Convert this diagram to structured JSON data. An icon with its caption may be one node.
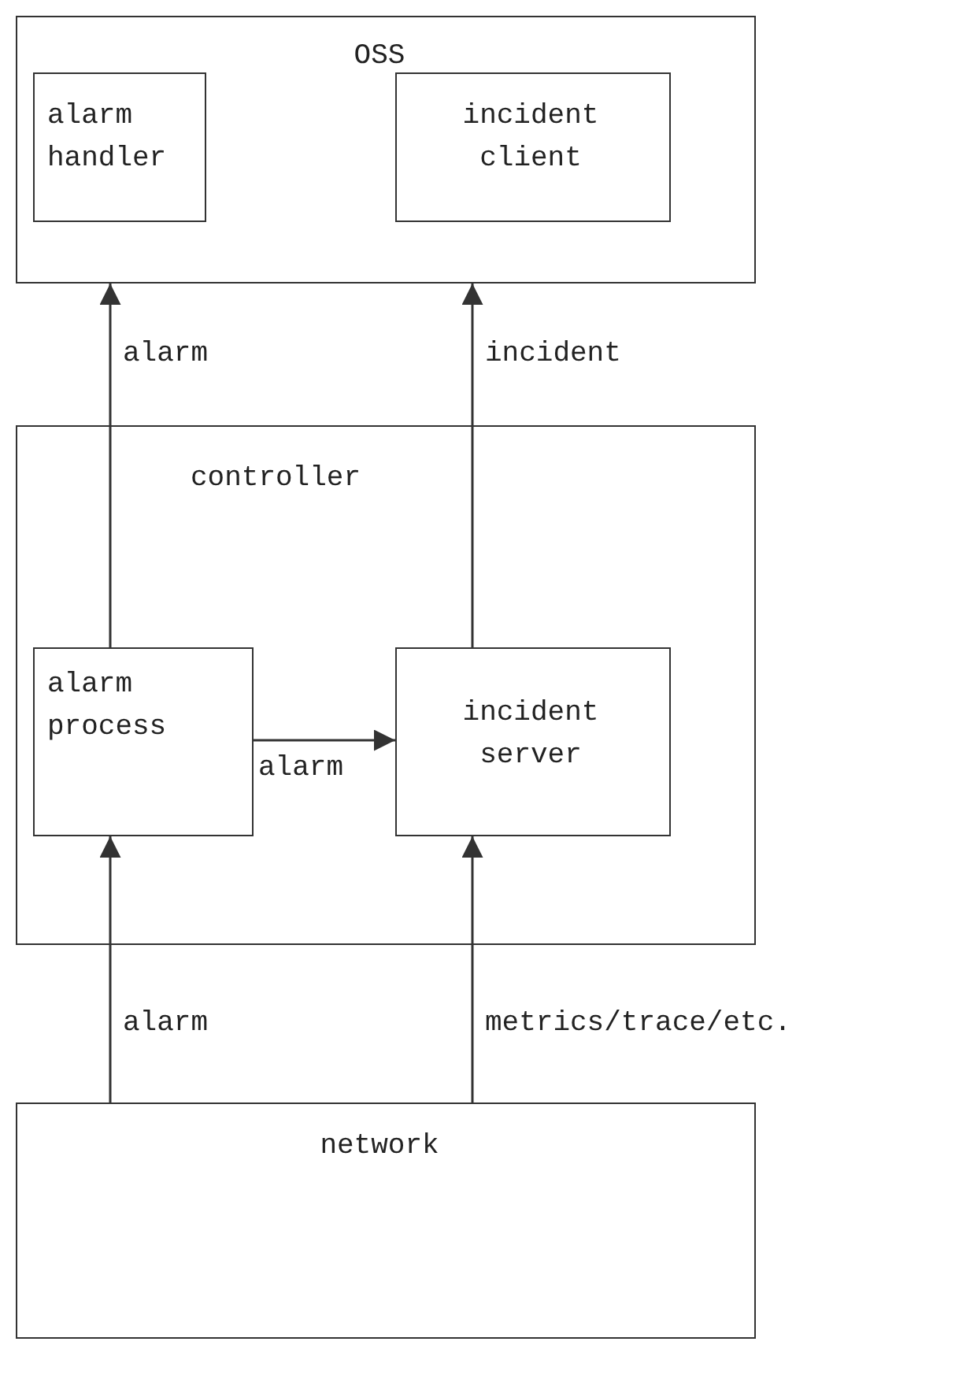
{
  "diagram": {
    "nodes": [
      {
        "text": [
          "OSS"
        ]
      },
      {
        "text": [
          "alarm handler"
        ],
        "in": 0
      },
      {
        "text": [
          "incident client"
        ],
        "in": 0
      },
      {
        "text": [
          "controller"
        ]
      },
      {
        "text": [
          "alarm process"
        ],
        "in": 3
      },
      {
        "text": [
          "incident server"
        ],
        "in": 3
      },
      {
        "text": [
          "network"
        ]
      }
    ],
    "edges": [
      {
        "from": 4,
        "to": 0,
        "arrow": "to",
        "label": "alarm"
      },
      {
        "from": 5,
        "to": 0,
        "arrow": "to",
        "label": "incident"
      },
      {
        "from": 4,
        "to": 5,
        "arrow": "to",
        "label": "alarm"
      },
      {
        "from": 6,
        "to": 4,
        "arrow": "to",
        "label": "alarm"
      },
      {
        "from": 6,
        "to": 5,
        "arrow": "to",
        "label": "metrics/trace/etc."
      }
    ]
  }
}
